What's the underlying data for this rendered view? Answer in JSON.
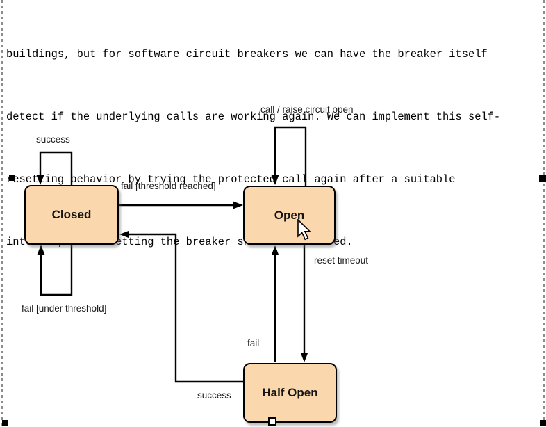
{
  "paragraph": {
    "lines": [
      "buildings, but for software circuit breakers we can have the breaker itself",
      "detect if the underlying calls are working again. We can implement this self-",
      "resetting behavior by trying the protected call again after a suitable",
      "interval, and resetting the breaker should it succeed."
    ]
  },
  "diagram": {
    "states": [
      {
        "name": "closed",
        "label": "Closed"
      },
      {
        "name": "open",
        "label": "Open"
      },
      {
        "name": "half-open",
        "label": "Half Open"
      }
    ],
    "edge_labels": {
      "closed_success_loop": "success",
      "closed_to_open": "fail [threshold reached]",
      "open_call_loop": "call / raise circuit open",
      "open_to_half_open": "reset timeout",
      "half_open_to_open": "fail",
      "half_open_to_closed": "success",
      "closed_fail_loop": "fail [under threshold]"
    },
    "colors": {
      "state_fill": "#FAD7AC",
      "state_border": "#000000",
      "line": "#000000",
      "label_text": "#1a1a1a",
      "boundary_dash": "#8c8c8c"
    }
  }
}
